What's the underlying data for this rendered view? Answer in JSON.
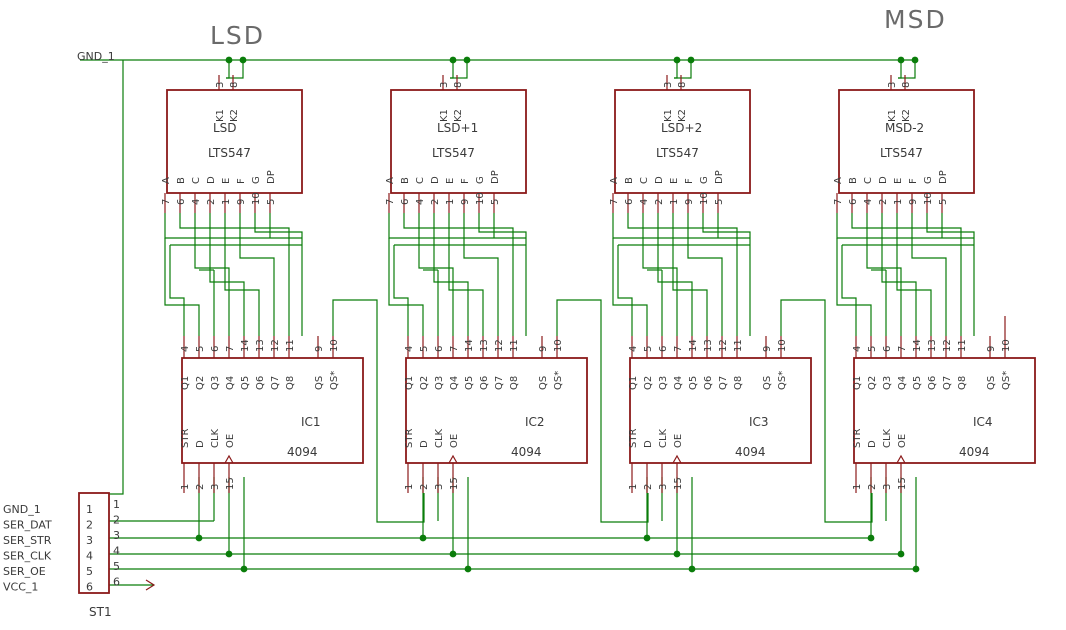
{
  "titles": {
    "left": "LSD",
    "right": "MSD"
  },
  "gnd_label": "GND_1",
  "displays": [
    {
      "name": "LSD",
      "part": "LTS547"
    },
    {
      "name": "LSD+1",
      "part": "LTS547"
    },
    {
      "name": "LSD+2",
      "part": "LTS547"
    },
    {
      "name": "MSD-2",
      "part": "LTS547"
    }
  ],
  "display_top_pins": [
    {
      "num": "3",
      "label": "K1"
    },
    {
      "num": "8",
      "label": "K2"
    }
  ],
  "display_bottom_pins": [
    {
      "num": "7",
      "label": "A"
    },
    {
      "num": "6",
      "label": "B"
    },
    {
      "num": "4",
      "label": "C"
    },
    {
      "num": "2",
      "label": "D"
    },
    {
      "num": "1",
      "label": "E"
    },
    {
      "num": "9",
      "label": "F"
    },
    {
      "num": "10",
      "label": "G"
    },
    {
      "num": "5",
      "label": "DP"
    }
  ],
  "ics": [
    {
      "name": "IC1",
      "part": "4094"
    },
    {
      "name": "IC2",
      "part": "4094"
    },
    {
      "name": "IC3",
      "part": "4094"
    },
    {
      "name": "IC4",
      "part": "4094"
    }
  ],
  "ic_top_pins": [
    {
      "num": "4",
      "label": "Q1"
    },
    {
      "num": "5",
      "label": "Q2"
    },
    {
      "num": "6",
      "label": "Q3"
    },
    {
      "num": "7",
      "label": "Q4"
    },
    {
      "num": "14",
      "label": "Q5"
    },
    {
      "num": "13",
      "label": "Q6"
    },
    {
      "num": "12",
      "label": "Q7"
    },
    {
      "num": "11",
      "label": "Q8"
    },
    {
      "num": "9",
      "label": "QS"
    },
    {
      "num": "10",
      "label": "QS*"
    }
  ],
  "ic_bottom_pins": [
    {
      "num": "1",
      "label": "STR"
    },
    {
      "num": "2",
      "label": "D"
    },
    {
      "num": "3",
      "label": "CLK"
    },
    {
      "num": "15",
      "label": "OE"
    }
  ],
  "connector": {
    "name": "ST1",
    "signals": [
      "GND_1",
      "SER_DAT",
      "SER_STR",
      "SER_CLK",
      "SER_OE",
      "VCC_1"
    ],
    "pins": [
      "1",
      "2",
      "3",
      "4",
      "5",
      "6"
    ]
  },
  "colors": {
    "wire": "#0a7d0a",
    "part": "#8b1a1a",
    "text": "#3a3a3a"
  }
}
